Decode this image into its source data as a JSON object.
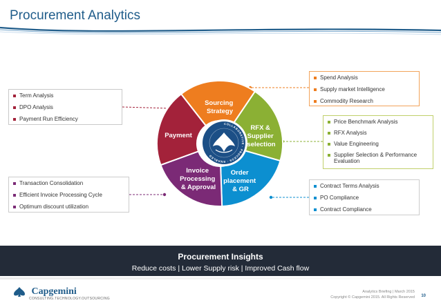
{
  "title": "Procurement Analytics",
  "colors": {
    "title": "#1f5c8a",
    "sourcing": "#ee7d1f",
    "rfx": "#8bb034",
    "order": "#0c8fd0",
    "invoice": "#7b2a76",
    "payment": "#a3223a",
    "center": "#1c4f86",
    "insights_bar": "#232b38"
  },
  "wheel": {
    "center_icon": "collaborative-cycle-logo",
    "center_text": "COLLABORATIVE · PROCESS · ENABLED",
    "segments": [
      {
        "id": "sourcing",
        "lines": [
          "Sourcing",
          "Strategy"
        ]
      },
      {
        "id": "rfx",
        "lines": [
          "RFX &",
          "Supplier",
          "selection"
        ]
      },
      {
        "id": "order",
        "lines": [
          "Order",
          "placement",
          "& GR"
        ]
      },
      {
        "id": "invoice",
        "lines": [
          "Invoice",
          "Processing",
          "& Approval"
        ]
      },
      {
        "id": "payment",
        "lines": [
          "Payment"
        ]
      }
    ]
  },
  "boxes": {
    "payment": [
      "Term Analysis",
      "DPO Analysis",
      "Payment Run Efficiency"
    ],
    "invoice": [
      "Transaction Consolidation",
      "Efficient Invoice Processing Cycle",
      "Optimum discount utilization"
    ],
    "sourcing": [
      "Spend Analysis",
      "Supply market Intelligence",
      "Commodity Research"
    ],
    "rfx": [
      "Price Benchmark Analysis",
      "RFX Analysis",
      "Value Engineering",
      "Supplier Selection & Performance Evaluation"
    ],
    "order": [
      "Contract Terms Analysis",
      "PO  Compliance",
      "Contract Compliance"
    ]
  },
  "insights": {
    "heading": "Procurement Insights",
    "subtitle": "Reduce costs | Lower Supply risk | Improved Cash flow"
  },
  "footer": {
    "logo_name": "Capgemini",
    "logo_tagline": "CONSULTING.TECHNOLOGY.OUTSOURCING",
    "line1": "Analytics Briefing | March 2015",
    "line2": "Copyright © Capgemini 2015. All Rights Reserved",
    "page": "10"
  }
}
